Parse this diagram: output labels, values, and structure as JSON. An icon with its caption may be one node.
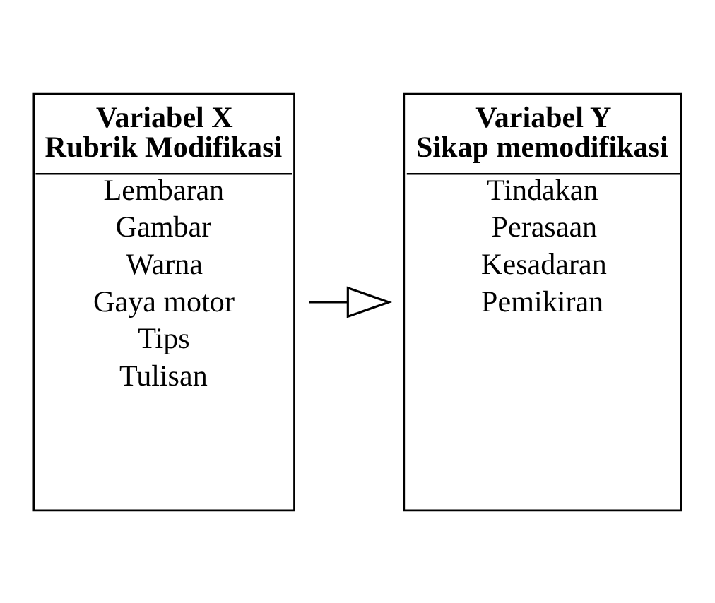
{
  "diagram": {
    "nodes": [
      {
        "text": [
          "Variabel X Rubrik Modifikasi",
          "Lembaran",
          "Gambar",
          "Warna",
          "Gaya motor",
          "Tips",
          "Tulisan"
        ]
      },
      {
        "text": [
          "Variabel Y Sikap memodifikasi",
          "Tindakan",
          "Perasaan",
          "Kesadaran",
          "Pemikiran"
        ]
      }
    ],
    "edges": [
      {
        "from": 0,
        "to": 1,
        "arrow": "to"
      }
    ]
  }
}
